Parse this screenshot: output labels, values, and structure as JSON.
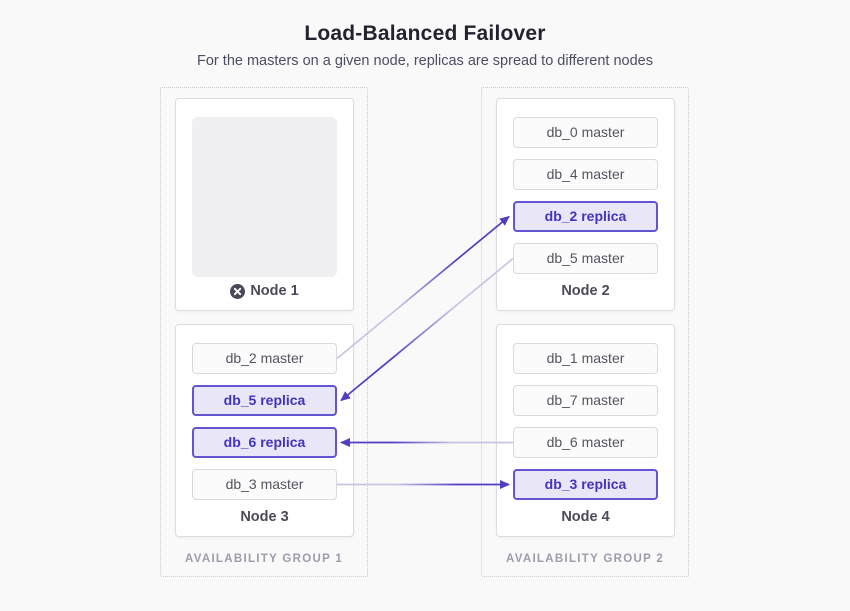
{
  "header": {
    "title": "Load-Balanced Failover",
    "subtitle": "For the masters on a given node, replicas are spread to different nodes"
  },
  "groups": [
    {
      "label": "AVAILABILITY GROUP 1",
      "nodes": [
        {
          "name": "Node 1",
          "failed": true,
          "dbs": []
        },
        {
          "name": "Node 3",
          "failed": false,
          "dbs": [
            {
              "label": "db_2 master",
              "type": "master"
            },
            {
              "label": "db_5 replica",
              "type": "replica"
            },
            {
              "label": "db_6 replica",
              "type": "replica"
            },
            {
              "label": "db_3 master",
              "type": "master"
            }
          ]
        }
      ]
    },
    {
      "label": "AVAILABILITY GROUP 2",
      "nodes": [
        {
          "name": "Node 2",
          "failed": false,
          "dbs": [
            {
              "label": "db_0 master",
              "type": "master"
            },
            {
              "label": "db_4 master",
              "type": "master"
            },
            {
              "label": "db_2 replica",
              "type": "replica"
            },
            {
              "label": "db_5 master",
              "type": "master"
            }
          ]
        },
        {
          "name": "Node 4",
          "failed": false,
          "dbs": [
            {
              "label": "db_1 master",
              "type": "master"
            },
            {
              "label": "db_7 master",
              "type": "master"
            },
            {
              "label": "db_6 master",
              "type": "master"
            },
            {
              "label": "db_3 replica",
              "type": "replica"
            }
          ]
        }
      ]
    }
  ],
  "arrows": [
    {
      "from": "db_2 master",
      "to": "db_2 replica"
    },
    {
      "from": "db_5 master",
      "to": "db_5 replica"
    },
    {
      "from": "db_6 master",
      "to": "db_6 replica"
    },
    {
      "from": "db_3 master",
      "to": "db_3 replica"
    }
  ],
  "colors": {
    "accent": "#4e3fc1",
    "accent_light": "#c7c4e2",
    "replica_bg": "#e9e6f8",
    "replica_border": "#6355d1",
    "replica_text": "#4234bc",
    "failed_icon": "#4a4a57"
  }
}
